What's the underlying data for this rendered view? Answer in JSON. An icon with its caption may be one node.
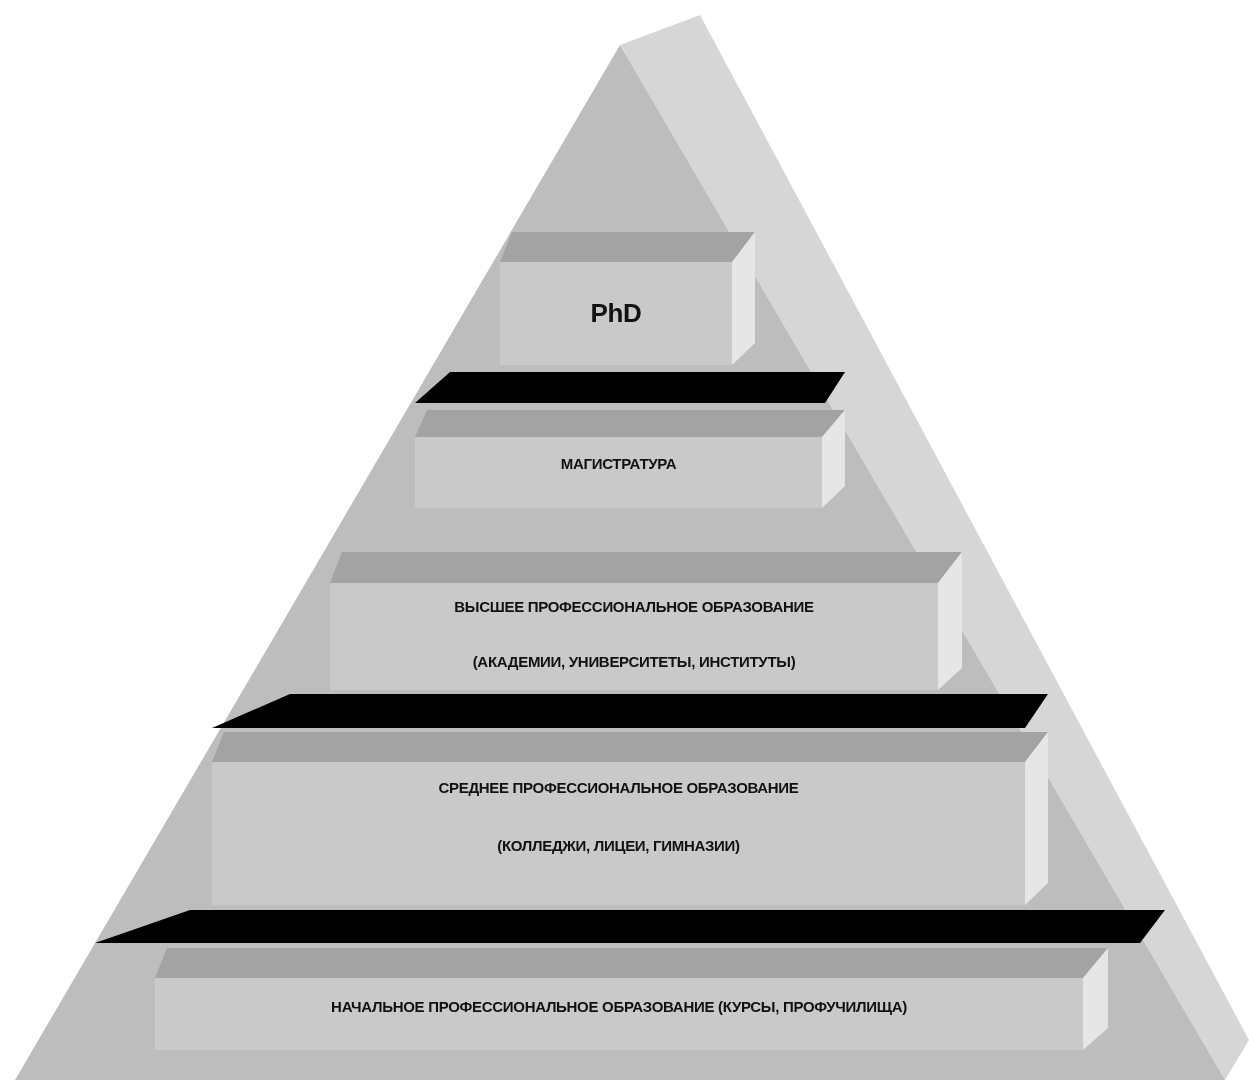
{
  "diagram": {
    "nodes": [
      {
        "text": [
          "PhD"
        ]
      },
      {
        "text": [
          "МАГИСТРАТУРА"
        ]
      },
      {
        "text": [
          "ВЫСШЕЕ ПРОФЕССИОНАЛЬНОЕ ОБРАЗОВАНИЕ",
          "(АКАДЕМИИ, УНИВЕРСИТЕТЫ, ИНСТИТУТЫ)"
        ]
      },
      {
        "text": [
          "СРЕДНЕЕ ПРОФЕССИОНАЛЬНОЕ ОБРАЗОВАНИЕ",
          "(КОЛЛЕДЖИ, ЛИЦЕИ, ГИМНАЗИИ)"
        ]
      },
      {
        "text": [
          "НАЧАЛЬНОЕ ПРОФЕССИОНАЛЬНОЕ ОБРАЗОВАНИЕ (КУРСЫ, ПРОФУЧИЛИЩА)"
        ]
      }
    ]
  }
}
